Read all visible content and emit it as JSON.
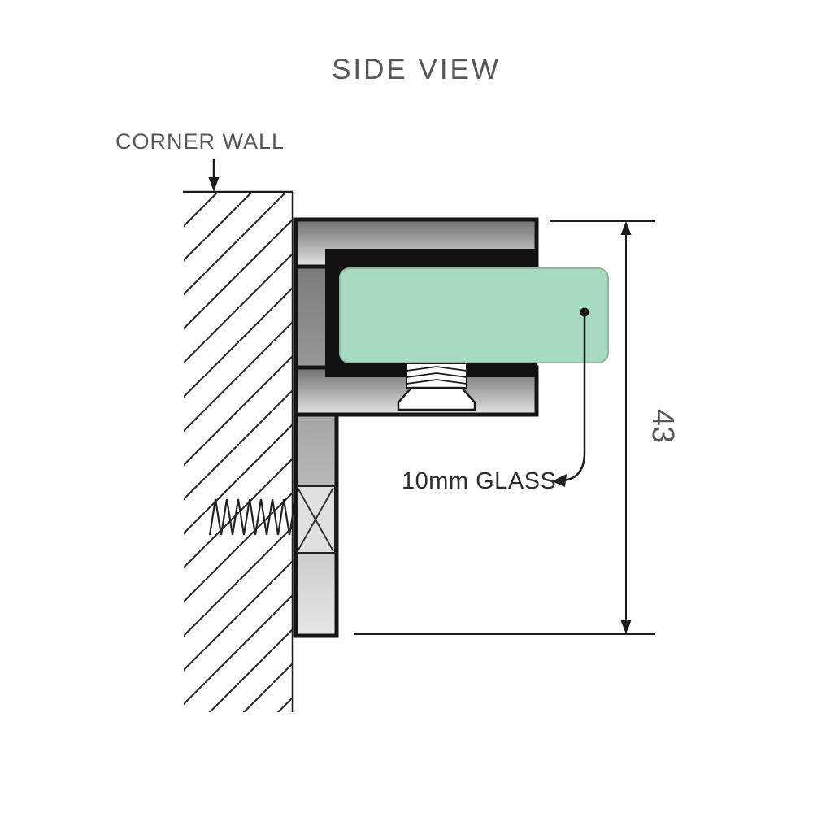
{
  "title": "SIDE VIEW",
  "wall": {
    "label": "CORNER WALL"
  },
  "glass": {
    "label": "10mm GLASS"
  },
  "dimension": {
    "value": "43"
  },
  "colors": {
    "glass_fill": "#a7dbc1",
    "glass_stroke": "#93b7a5",
    "metal_dark": "#6f6f6f",
    "metal_mid": "#a8a8a8",
    "metal_light": "#e6e6e6",
    "gasket_black": "#121212",
    "outline": "#161616",
    "label_gray": "#575757",
    "label_dark": "#2d2d2d",
    "background": "#ffffff"
  }
}
